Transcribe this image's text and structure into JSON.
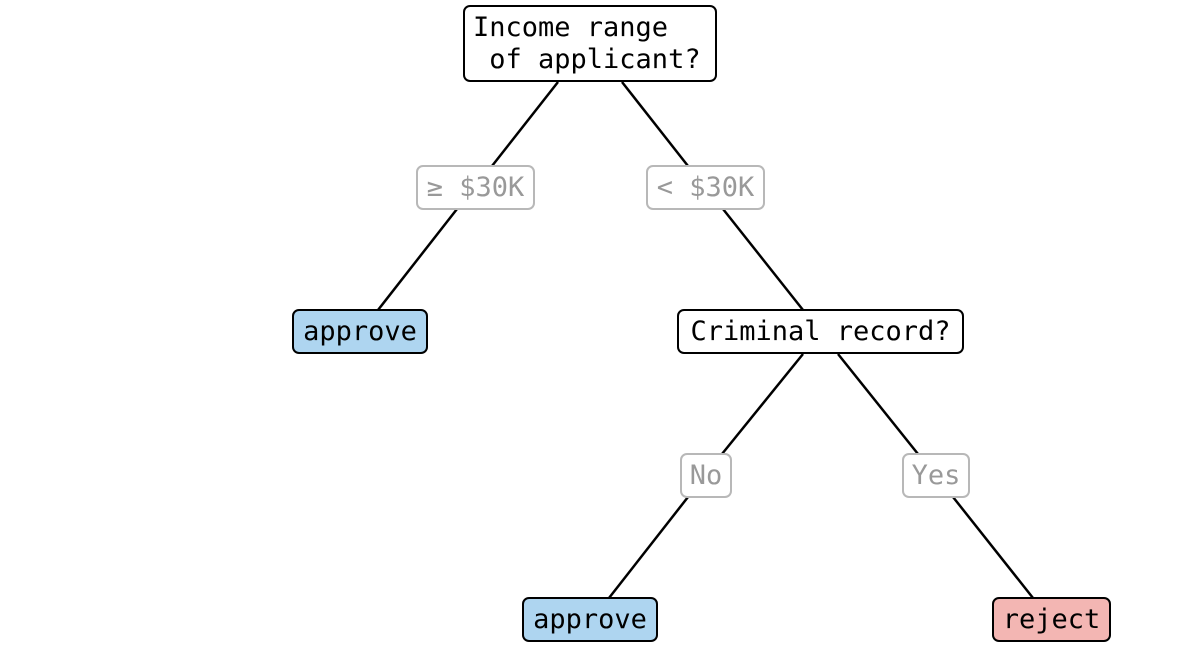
{
  "tree": {
    "root": {
      "question": "Income range\n of applicant?"
    },
    "edge_ge_30k": {
      "label": "≥ $30K"
    },
    "edge_lt_30k": {
      "label": "< $30K"
    },
    "leaf_left": {
      "outcome": "approve"
    },
    "criminal": {
      "question": "Criminal record?"
    },
    "edge_no": {
      "label": "No"
    },
    "edge_yes": {
      "label": "Yes"
    },
    "leaf_no": {
      "outcome": "approve"
    },
    "leaf_yes": {
      "outcome": "reject"
    }
  },
  "colors": {
    "approve": "#aed5f0",
    "reject": "#f3b6b3",
    "edge_label_text": "#999999",
    "edge_label_border": "#b8b8b8",
    "line": "#000000"
  }
}
